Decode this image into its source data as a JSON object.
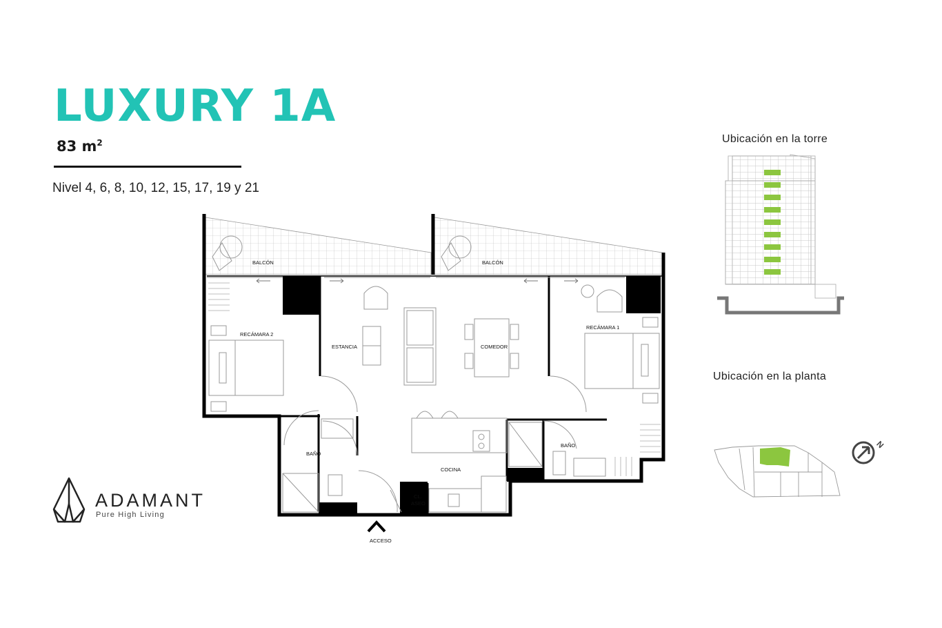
{
  "unit": {
    "name": "LUXURY 1A",
    "area_value": "83 m",
    "area_superscript": "2",
    "levels": "Nivel 4, 6, 8, 10, 12, 15, 17, 19 y 21"
  },
  "brand": {
    "name": "ADAMANT",
    "tagline": "Pure High Living"
  },
  "rooms": {
    "balcony_left": "BALCÓN",
    "balcony_right": "BALCÓN",
    "bedroom2": "RECÁMARA 2",
    "bedroom1": "RECÁMARA 1",
    "living": "ESTANCIA",
    "dining": "COMEDOR",
    "bath_left": "BAÑO",
    "bath_right": "BAÑO",
    "kitchen": "COCINA",
    "closet_line1": "CL.",
    "closet_line2": "ASEO",
    "access": "ACCESO"
  },
  "tower_location": {
    "title": "Ubicación en la torre",
    "highlight_color": "#8cc63f"
  },
  "floor_location": {
    "title": "Ubicación en la planta",
    "highlight_color": "#8cc63f",
    "compass_label": "N"
  },
  "colors": {
    "accent": "#22c3b5",
    "walls": "#000000",
    "lines": "#999999"
  }
}
